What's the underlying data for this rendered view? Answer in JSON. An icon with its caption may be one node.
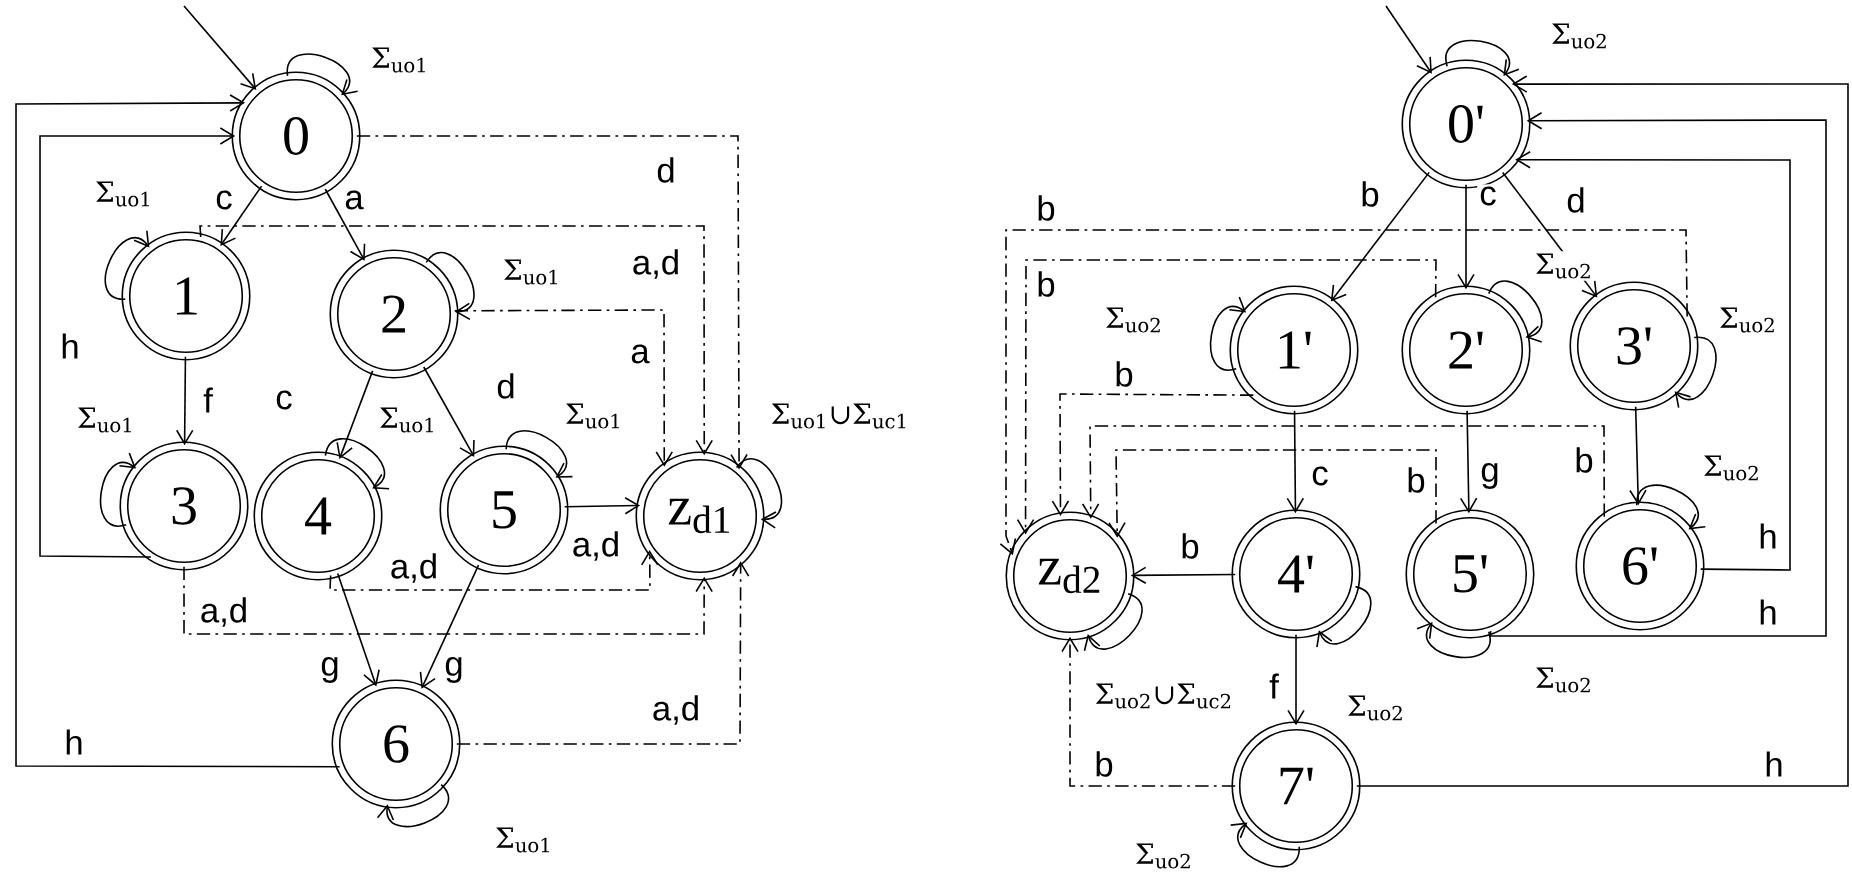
{
  "diagram": {
    "nodes": [
      {
        "text": [
          "0"
        ]
      },
      {
        "text": [
          "1"
        ]
      },
      {
        "text": [
          "2"
        ]
      },
      {
        "text": [
          "3"
        ]
      },
      {
        "text": [
          "4"
        ]
      },
      {
        "text": [
          "5"
        ]
      },
      {
        "text": [
          "z$_{d1}$"
        ]
      },
      {
        "text": [
          "6"
        ]
      },
      {
        "text": [
          "0'"
        ]
      },
      {
        "text": [
          "1'"
        ]
      },
      {
        "text": [
          "2'"
        ]
      },
      {
        "text": [
          "3'"
        ]
      },
      {
        "text": [
          "z$_{d2}$"
        ]
      },
      {
        "text": [
          "4'"
        ]
      },
      {
        "text": [
          "5'"
        ]
      },
      {
        "text": [
          "6'"
        ]
      },
      {
        "text": [
          "7'"
        ]
      }
    ],
    "edges": [
      {
        "from": null,
        "to": 0,
        "arrow": "to"
      },
      {
        "from": 0,
        "to": 0,
        "arrow": "to",
        "label": "Σ$_{uo1}$"
      },
      {
        "from": 0,
        "to": 1,
        "arrow": "to",
        "label": "c"
      },
      {
        "from": 0,
        "to": 2,
        "arrow": "to",
        "label": "a"
      },
      {
        "from": 1,
        "to": 1,
        "arrow": "to",
        "label": "Σ$_{uo1}$"
      },
      {
        "from": 1,
        "to": 3,
        "arrow": "to",
        "label": "f"
      },
      {
        "from": 2,
        "to": 2,
        "arrow": "to",
        "label": "Σ$_{uo1}$"
      },
      {
        "from": 2,
        "to": 4,
        "arrow": "to",
        "label": "c"
      },
      {
        "from": 2,
        "to": 5,
        "arrow": "to",
        "label": "d"
      },
      {
        "from": 3,
        "to": 3,
        "arrow": "to",
        "label": "Σ$_{uo1}$"
      },
      {
        "from": 4,
        "to": 4,
        "arrow": "to",
        "label": "Σ$_{uo1}$"
      },
      {
        "from": 5,
        "to": 5,
        "arrow": "to",
        "label": "Σ$_{uo1}$"
      },
      {
        "from": 5,
        "to": 6,
        "arrow": "to",
        "label": "a,d"
      },
      {
        "from": 6,
        "to": 6,
        "arrow": "to",
        "label": "Σ$_{uo1}$∪Σ$_{uc1}$"
      },
      {
        "from": 4,
        "to": 7,
        "arrow": "to",
        "label": "g"
      },
      {
        "from": 5,
        "to": 7,
        "arrow": "to",
        "label": "g"
      },
      {
        "from": 7,
        "to": 7,
        "arrow": "to",
        "label": "Σ$_{uo1}$"
      },
      {
        "from": 3,
        "to": 0,
        "arrow": "to",
        "label": "h"
      },
      {
        "from": 7,
        "to": 0,
        "arrow": "to",
        "label": "h"
      },
      {
        "from": 0,
        "to": 6,
        "arrow": "to",
        "label": "d",
        "style": "dashed"
      },
      {
        "from": 1,
        "to": 6,
        "arrow": "to",
        "label": "a,d",
        "style": "dashed"
      },
      {
        "from": 2,
        "to": 6,
        "arrow": "to",
        "label": "a",
        "style": "dashed"
      },
      {
        "from": 4,
        "to": 6,
        "arrow": "to",
        "label": "a,d",
        "style": "dashed"
      },
      {
        "from": 3,
        "to": 6,
        "arrow": "to",
        "label": "a,d",
        "style": "dashed"
      },
      {
        "from": 7,
        "to": 6,
        "arrow": "to",
        "label": "a,d",
        "style": "dashed"
      },
      {
        "from": null,
        "to": 8,
        "arrow": "to"
      },
      {
        "from": 8,
        "to": 8,
        "arrow": "to",
        "label": "Σ$_{uo2}$"
      },
      {
        "from": 8,
        "to": 9,
        "arrow": "to",
        "label": "b"
      },
      {
        "from": 8,
        "to": 10,
        "arrow": "to",
        "label": "c"
      },
      {
        "from": 8,
        "to": 11,
        "arrow": "to",
        "label": "d"
      },
      {
        "from": 9,
        "to": 9,
        "arrow": "to",
        "label": "Σ$_{uo2}$"
      },
      {
        "from": 10,
        "to": 10,
        "arrow": "to",
        "label": "Σ$_{uo2}$"
      },
      {
        "from": 11,
        "to": 11,
        "arrow": "to",
        "label": "Σ$_{uo2}$"
      },
      {
        "from": 9,
        "to": 13,
        "arrow": "to",
        "label": "c"
      },
      {
        "from": 10,
        "to": 14,
        "arrow": "to",
        "label": "g"
      },
      {
        "from": 11,
        "to": 15,
        "arrow": "to"
      },
      {
        "from": 15,
        "to": 15,
        "arrow": "to",
        "label": "Σ$_{uo2}$"
      },
      {
        "from": 13,
        "to": 12,
        "arrow": "to",
        "label": "b"
      },
      {
        "from": 13,
        "to": 13,
        "arrow": "to",
        "label": "Σ$_{uo2}$"
      },
      {
        "from": 14,
        "to": 14,
        "arrow": "to",
        "label": "Σ$_{uo2}$"
      },
      {
        "from": 12,
        "to": 12,
        "arrow": "to",
        "label": "Σ$_{uo2}$∪Σ$_{uc2}$"
      },
      {
        "from": 13,
        "to": 16,
        "arrow": "to",
        "label": "f"
      },
      {
        "from": 16,
        "to": 16,
        "arrow": "to",
        "label": "Σ$_{uo2}$"
      },
      {
        "from": 15,
        "to": 8,
        "arrow": "to",
        "label": "h"
      },
      {
        "from": 14,
        "to": 8,
        "arrow": "to",
        "label": "h"
      },
      {
        "from": 16,
        "to": 8,
        "arrow": "to",
        "label": "h"
      },
      {
        "from": 9,
        "to": 12,
        "arrow": "to",
        "label": "b",
        "style": "dashed"
      },
      {
        "from": 10,
        "to": 12,
        "arrow": "to",
        "label": "b",
        "style": "dashed"
      },
      {
        "from": 11,
        "to": 12,
        "arrow": "to",
        "label": "b",
        "style": "dashed"
      },
      {
        "from": 14,
        "to": 12,
        "arrow": "to",
        "label": "b",
        "style": "dashed"
      },
      {
        "from": 15,
        "to": 12,
        "arrow": "to",
        "label": "b",
        "style": "dashed"
      },
      {
        "from": 16,
        "to": 12,
        "arrow": "to",
        "label": "b",
        "style": "dashed"
      }
    ]
  }
}
